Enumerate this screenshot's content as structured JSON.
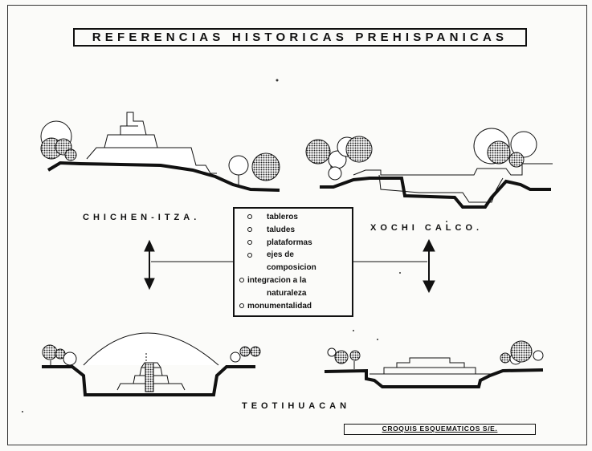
{
  "title": "REFERENCIAS HISTORICAS PREHISPANICAS",
  "sites": {
    "chichen": "CHICHEN-ITZA.",
    "xochicalco": "XOCHI CALCO.",
    "teotihuacan": "TEOTIHUACAN"
  },
  "legend": {
    "items": [
      {
        "bullet": true,
        "text": "tableros"
      },
      {
        "bullet": true,
        "text": "taludes"
      },
      {
        "bullet": true,
        "text": "plataformas"
      },
      {
        "bullet": true,
        "text": "ejes de"
      },
      {
        "bullet": false,
        "text": "composicion"
      },
      {
        "bullet": true,
        "text": "integracion a la"
      },
      {
        "bullet": false,
        "text": "naturaleza"
      },
      {
        "bullet": true,
        "text": "monumentalidad"
      }
    ]
  },
  "footnote": "CROQUIS ESQUEMATICOS S/E."
}
